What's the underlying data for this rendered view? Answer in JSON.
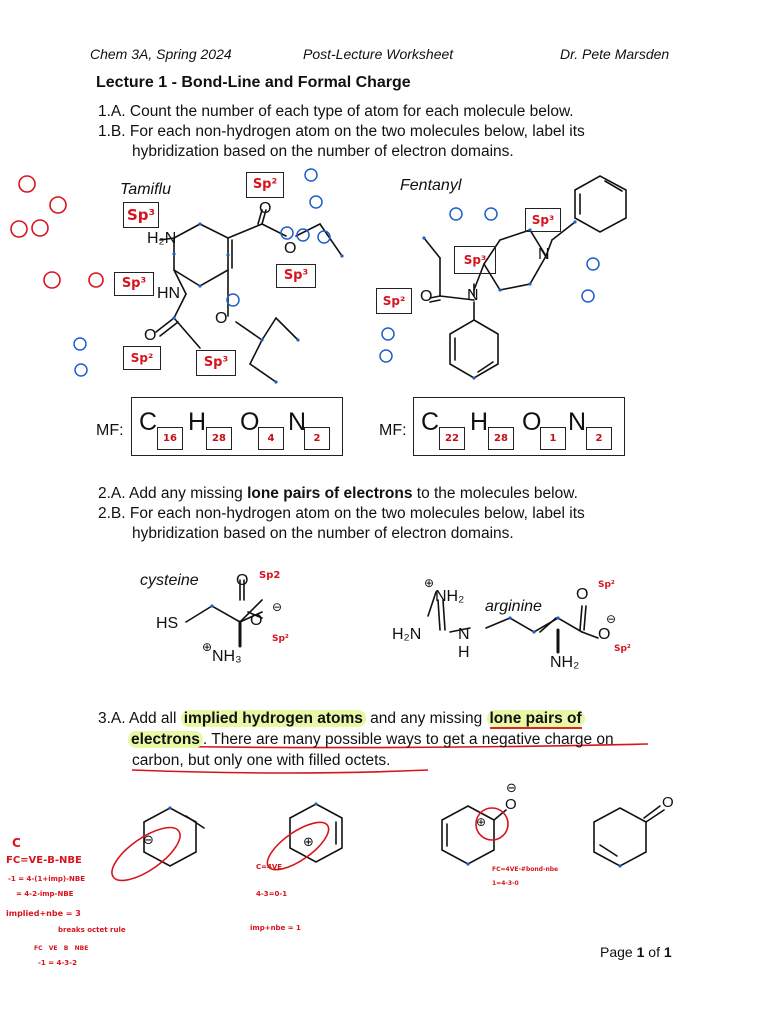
{
  "header": {
    "course": "Chem 3A, Spring 2024",
    "worksheet": "Post-Lecture Worksheet",
    "instructor": "Dr. Pete Marsden"
  },
  "lecture_title": "Lecture 1 - Bond-Line and Formal Charge",
  "q1": {
    "a": "1.A. Count the number of each type of atom for each molecule below.",
    "b_line1": "1.B. For each non-hydrogen atom on the two molecules below, label its",
    "b_line2": "hybridization based on the number of electron domains."
  },
  "molecules1": {
    "tamiflu": {
      "name": "Tamiflu",
      "atoms": {
        "h2n": "H₂N",
        "hn": "HN",
        "o_top": "O",
        "o_ester": "O",
        "o_amide": "O",
        "o_ether": "O"
      },
      "labels": {
        "sp3_a": "Sp³",
        "sp2_a": "Sp²",
        "sp3_b": "Sp³",
        "sp3_c": "Sp³",
        "sp2_b": "Sp²",
        "sp3_d": "Sp³"
      }
    },
    "fentanyl": {
      "name": "Fentanyl",
      "atoms": {
        "n_ring": "N",
        "n_amide": "N",
        "o": "O"
      },
      "labels": {
        "sp3_a": "Sp³",
        "sp3_b": "Sp³",
        "sp2": "Sp²"
      }
    }
  },
  "mf": {
    "label": "MF:",
    "elements": [
      "C",
      "H",
      "O",
      "N"
    ],
    "tamiflu_counts": [
      "16",
      "28",
      "4",
      "2"
    ],
    "fentanyl_counts": [
      "22",
      "28",
      "1",
      "2"
    ]
  },
  "q2": {
    "a_pre": "2.A. Add any missing ",
    "a_bold": "lone pairs of electrons",
    "a_post": " to the molecules below.",
    "b_line1": "2.B. For each non-hydrogen atom on the two molecules below, label its",
    "b_line2": "hybridization based on the number of electron domains."
  },
  "molecules2": {
    "cysteine": {
      "name": "cysteine",
      "hs": "HS",
      "nh3": "NH₃",
      "o_top": "O",
      "o_side": "O",
      "sp2_top": "Sp2",
      "sp2_bot": "Sp²"
    },
    "arginine": {
      "name": "arginine",
      "nh2_top": "NH₂",
      "h2n": "H₂N",
      "n": "N",
      "h": "H",
      "nh2_bot": "NH₂",
      "o_top": "O",
      "o_side": "O",
      "sp2_top": "Sp²",
      "sp2_bot": "Sp²"
    }
  },
  "q3": {
    "pre": "3.A. Add all ",
    "bold1": "implied hydrogen atoms",
    "mid": " and any missing ",
    "bold2a": "lone pairs of",
    "bold2b": "electrons",
    "post1": ". There are many possible ways to get a negative charge on",
    "line3": "carbon, but only one with filled octets."
  },
  "notes": {
    "c": "C",
    "fc_formula": "FC=VE-B-NBE",
    "calc1": "-1 = 4-(1+imp)-NBE",
    "calc2": "= 4-2-imp-NBE",
    "implied": "implied+nbe = 3",
    "breaks": "breaks octet rule",
    "fc_row": "FC   VE   B   NBE",
    "calc3": "-1 = 4-3-2",
    "c4ve": "C=4VE",
    "eq411": "4-3=0-1",
    "impnbe": "imp+nbe = 1",
    "fc_right": "FC=4VE-#bond-nbe",
    "fc_right2": "1=4-3-0"
  },
  "page": {
    "prefix": "Page ",
    "num": "1",
    "of": " of ",
    "total": "1"
  },
  "colors": {
    "ink_red": "#d7141e",
    "ink_blue": "#1f5fc9",
    "highlight": "#e7f8a6"
  }
}
